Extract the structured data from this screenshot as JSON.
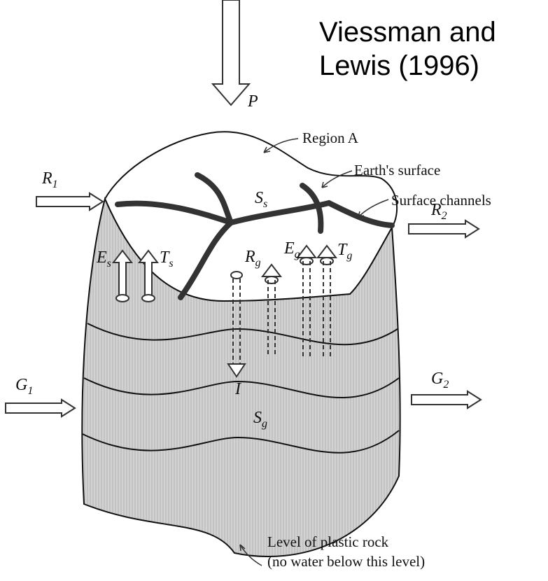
{
  "citation": {
    "line1": "Viessman and",
    "line2": "Lewis (1996)"
  },
  "labels": {
    "region": "Region A",
    "earth_surface": "Earth's surface",
    "surface_channels": "Surface channels",
    "plastic_rock_1": "Level of plastic rock",
    "plastic_rock_2": "(no water below this level)"
  },
  "symbols": {
    "P": "P",
    "R1": {
      "base": "R",
      "sub": "1"
    },
    "R2": {
      "base": "R",
      "sub": "2"
    },
    "G1": {
      "base": "G",
      "sub": "1"
    },
    "G2": {
      "base": "G",
      "sub": "2"
    },
    "Ss": {
      "base": "S",
      "sub": "s"
    },
    "Sg": {
      "base": "S",
      "sub": "g"
    },
    "Es": {
      "base": "E",
      "sub": "s"
    },
    "Ts": {
      "base": "T",
      "sub": "s"
    },
    "Rg": {
      "base": "R",
      "sub": "g"
    },
    "Eg": {
      "base": "E",
      "sub": "g"
    },
    "Tg": {
      "base": "T",
      "sub": "g"
    },
    "I": "I"
  }
}
